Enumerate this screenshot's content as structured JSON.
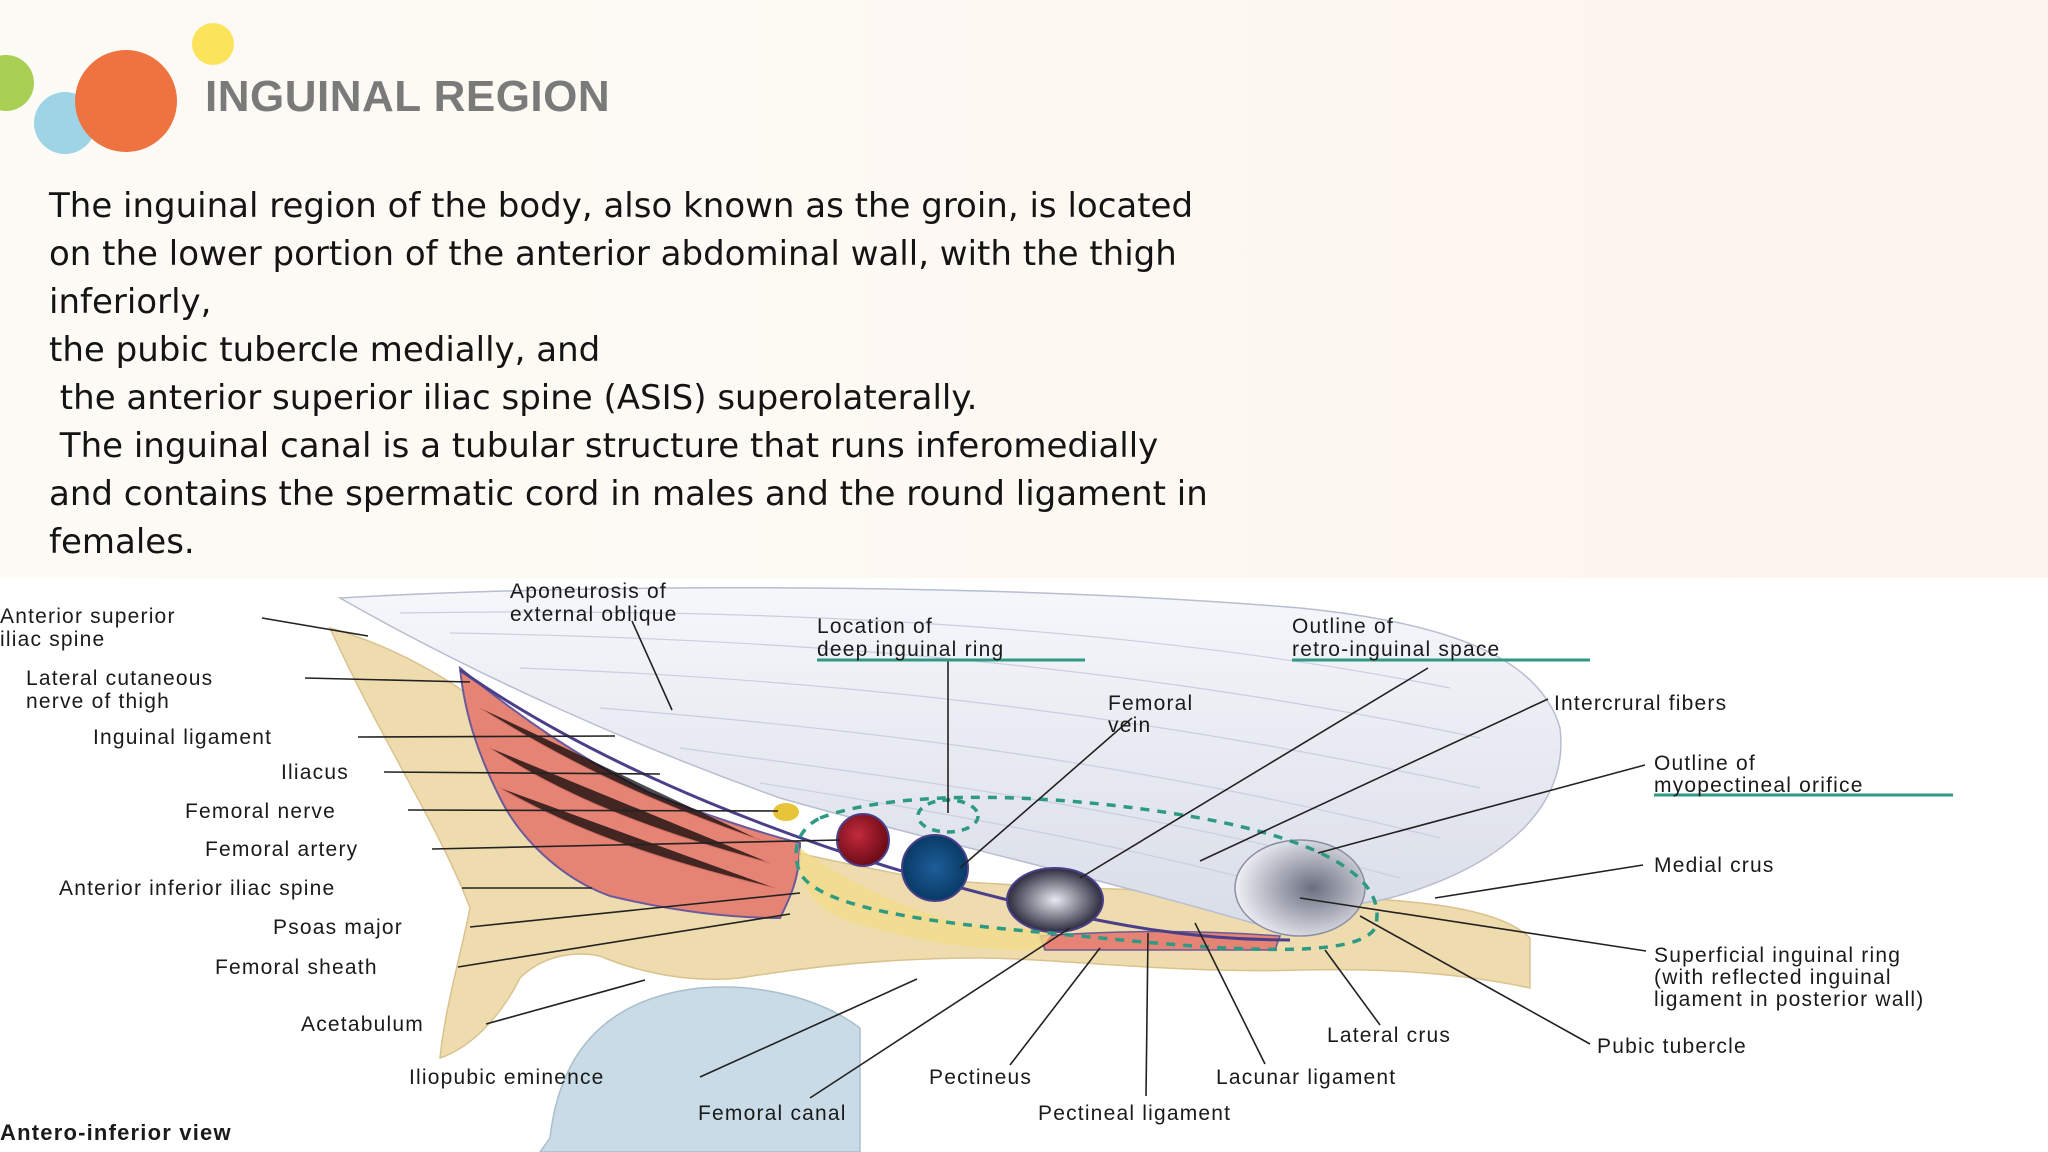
{
  "slide": {
    "title": "INGUINAL REGION",
    "paragraphs": [
      "The inguinal region of the body, also known as the groin, is located",
      "on the lower portion of the anterior abdominal wall, with the thigh",
      "inferiorly,",
      "the pubic tubercle medially, and",
      " the anterior superior iliac spine (ASIS) superolaterally.",
      " The inguinal canal is a tubular structure that runs inferomedially",
      "and contains the spermatic cord in males and the round ligament in",
      "females."
    ]
  },
  "decor_colors": {
    "green": "#a9cf54",
    "blue": "#9fd3e6",
    "orange": "#ee7340",
    "yellow": "#fbe35b"
  },
  "figure": {
    "labels": {
      "asis_1": "Anterior superior",
      "asis_2": "iliac spine",
      "lcn_1": "Lateral cutaneous",
      "lcn_2": "nerve of thigh",
      "inguinal_ligament": "Inguinal ligament",
      "iliacus": "Iliacus",
      "femoral_nerve": "Femoral nerve",
      "femoral_artery": "Femoral artery",
      "aiis": "Anterior inferior iliac spine",
      "psoas_major": "Psoas major",
      "femoral_sheath": "Femoral sheath",
      "acetabulum": "Acetabulum",
      "iliopubic_eminence": "Iliopubic eminence",
      "femoral_canal": "Femoral canal",
      "pectineus": "Pectineus",
      "pectineal_ligament": "Pectineal ligament",
      "lacunar_ligament": "Lacunar ligament",
      "lateral_crus": "Lateral crus",
      "pubic_tubercle": "Pubic tubercle",
      "sir_1": "Superficial inguinal ring",
      "sir_2": "(with reflected inguinal",
      "sir_3": "ligament in posterior wall)",
      "medial_crus": "Medial crus",
      "mpo_1": "Outline of",
      "mpo_2": "myopectineal orifice",
      "intercrural_fibers": "Intercrural fibers",
      "ris_1": "Outline of",
      "ris_2": "retro-inguinal space",
      "femoral_vein_1": "Femoral",
      "femoral_vein_2": "vein",
      "dir_1": "Location of",
      "dir_2": "deep inguinal ring",
      "aeo_1": "Aponeurosis of",
      "aeo_2": "external oblique",
      "view": "Antero-inferior view"
    },
    "colors": {
      "bone": "#efdcae",
      "muscle": "#e58375",
      "aponeurosis": "#eef0f6",
      "artery": "#8b1220",
      "vein": "#0f4f84",
      "outline": "#2e9a84"
    }
  }
}
